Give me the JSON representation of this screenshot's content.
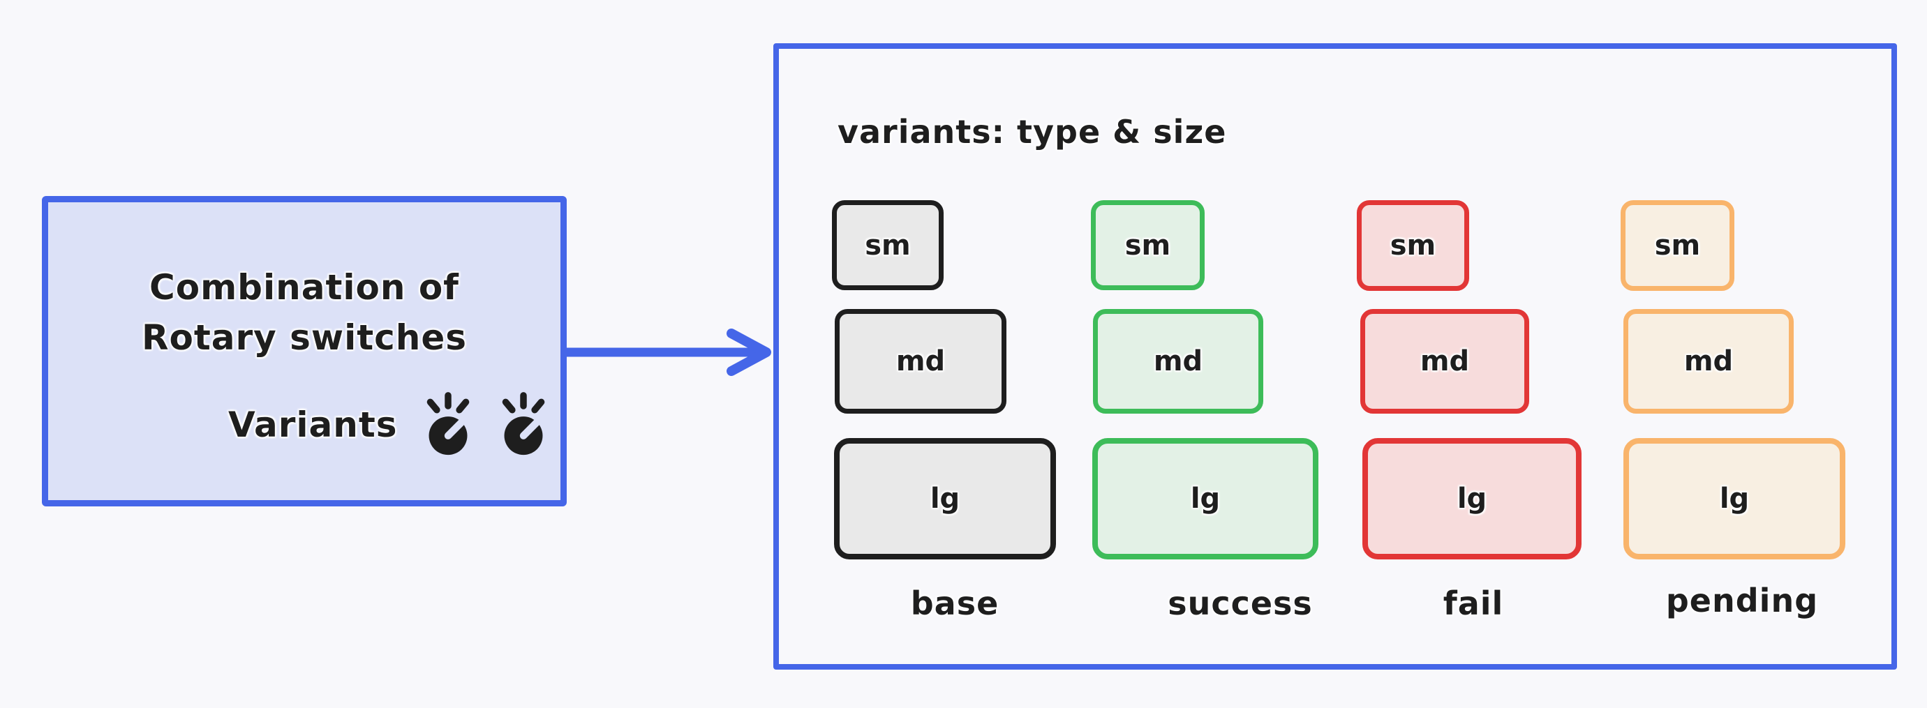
{
  "canvas": {
    "background_color": "#f8f8fb"
  },
  "left_card": {
    "title_line1": "Combination of",
    "title_line2": "Rotary switches",
    "variants_label": "Variants",
    "knob_icons": [
      "rotary-knob-icon",
      "rotary-knob-icon"
    ],
    "fill_color": "#dce1f7",
    "border_color": "#4566e8",
    "text_color": "#1e1e1e"
  },
  "arrow": {
    "direction": "right",
    "color": "#4566e8"
  },
  "panel": {
    "title": "variants: type & size",
    "border_color": "#4566e8",
    "columns": [
      {
        "label": "base",
        "border_color": "#1e1e1e",
        "fill_color": "#e9e9e9",
        "sizes": [
          "sm",
          "md",
          "lg"
        ]
      },
      {
        "label": "success",
        "border_color": "#3dbc59",
        "fill_color": "#e3f1e6",
        "sizes": [
          "sm",
          "md",
          "lg"
        ]
      },
      {
        "label": "fail",
        "border_color": "#e23636",
        "fill_color": "#f7dcdc",
        "sizes": [
          "sm",
          "md",
          "lg"
        ]
      },
      {
        "label": "pending",
        "border_color": "#f9b46b",
        "fill_color": "#f8efe2",
        "sizes": [
          "sm",
          "md",
          "lg"
        ]
      }
    ]
  }
}
